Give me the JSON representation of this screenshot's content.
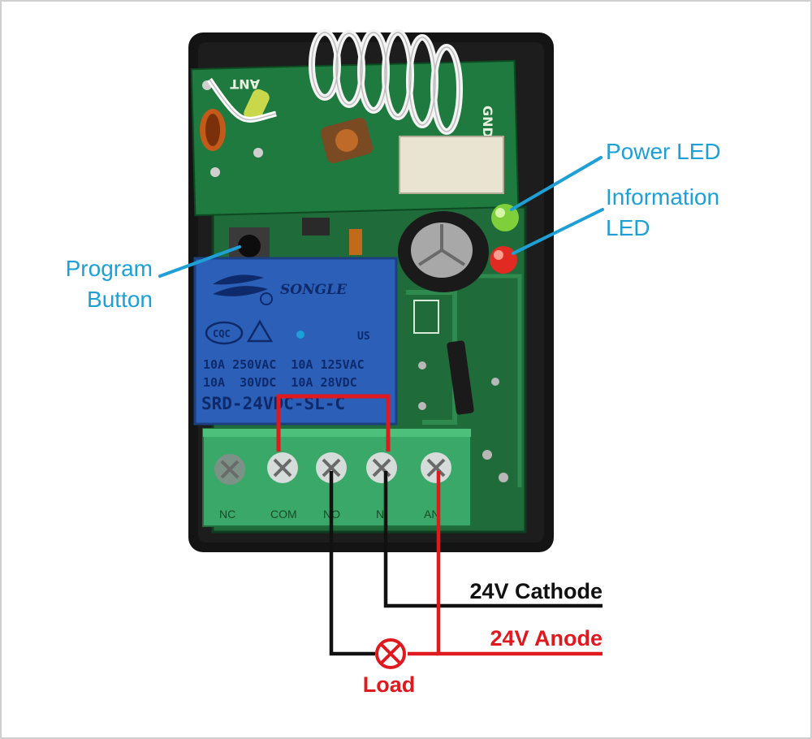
{
  "callouts": {
    "power_led": "Power LED",
    "info_led_line1": "Information",
    "info_led_line2": "LED",
    "program_line1": "Program",
    "program_line2": "Button"
  },
  "wiring": {
    "cathode": "24V Cathode",
    "anode": "24V Anode",
    "load": "Load"
  },
  "board": {
    "antenna": "ANT",
    "ground": "GND",
    "brand": "SONGLE",
    "cert_cqc": "CQC",
    "cert_ul": "US",
    "rating1": "10A 250VAC  10A 125VAC",
    "rating2": "10A  30VDC  10A 28VDC",
    "model": "SRD-24VDC-SL-C",
    "terminals": [
      "NC",
      "COM",
      "NO",
      "N",
      "AN"
    ]
  },
  "colors": {
    "callout": "#1e9fd6",
    "cathode_wire": "#111111",
    "anode_wire": "#e0191e",
    "relay": "#2c5fb8",
    "pcb": "#1f6b3a",
    "terminal_block": "#3aa868",
    "enclosure": "#141414"
  }
}
